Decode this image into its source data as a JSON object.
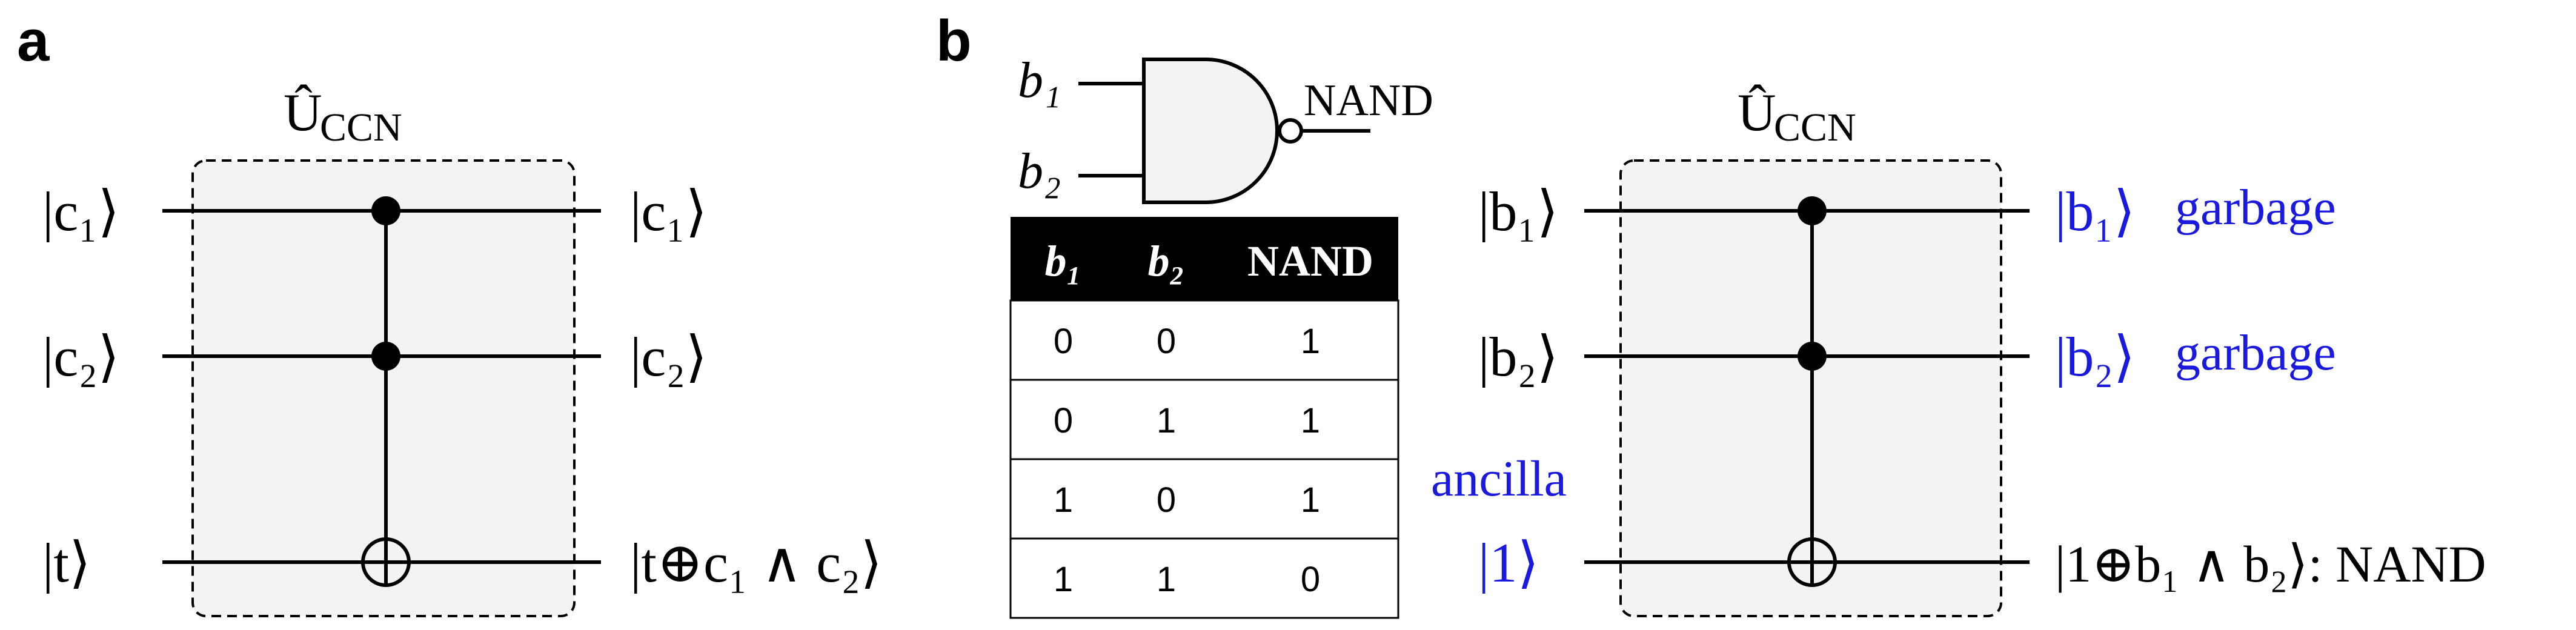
{
  "panels": {
    "a": "a",
    "b": "b"
  },
  "panel_a": {
    "gate_label": "Û",
    "gate_sub": "CCN",
    "inputs": [
      "|c₁⟩",
      "|c₂⟩",
      "|t⟩"
    ],
    "outputs": [
      "|c₁⟩",
      "|c₂⟩",
      "|t⊕c₁ ∧ c₂⟩"
    ]
  },
  "panel_b": {
    "nand_gate": {
      "input1": "b₁",
      "input2": "b₂",
      "output": "NAND"
    },
    "truth_table": {
      "headers": [
        "b₁",
        "b₂",
        "NAND"
      ],
      "rows": [
        [
          "0",
          "0",
          "1"
        ],
        [
          "0",
          "1",
          "1"
        ],
        [
          "1",
          "0",
          "1"
        ],
        [
          "1",
          "1",
          "0"
        ]
      ]
    },
    "circuit": {
      "gate_label": "Û",
      "gate_sub": "CCN",
      "inputs": [
        "|b₁⟩",
        "|b₂⟩",
        "|1⟩"
      ],
      "ancilla_label": "ancilla",
      "outputs": [
        "|b₁⟩",
        "|b₂⟩",
        "|1⊕b₁ ∧ b₂⟩: NAND"
      ],
      "garbage_label": "garbage"
    },
    "colors": {
      "blue": "#1a1adf",
      "header_bg": "#000000",
      "box_fill": "#f3f3f3"
    }
  }
}
